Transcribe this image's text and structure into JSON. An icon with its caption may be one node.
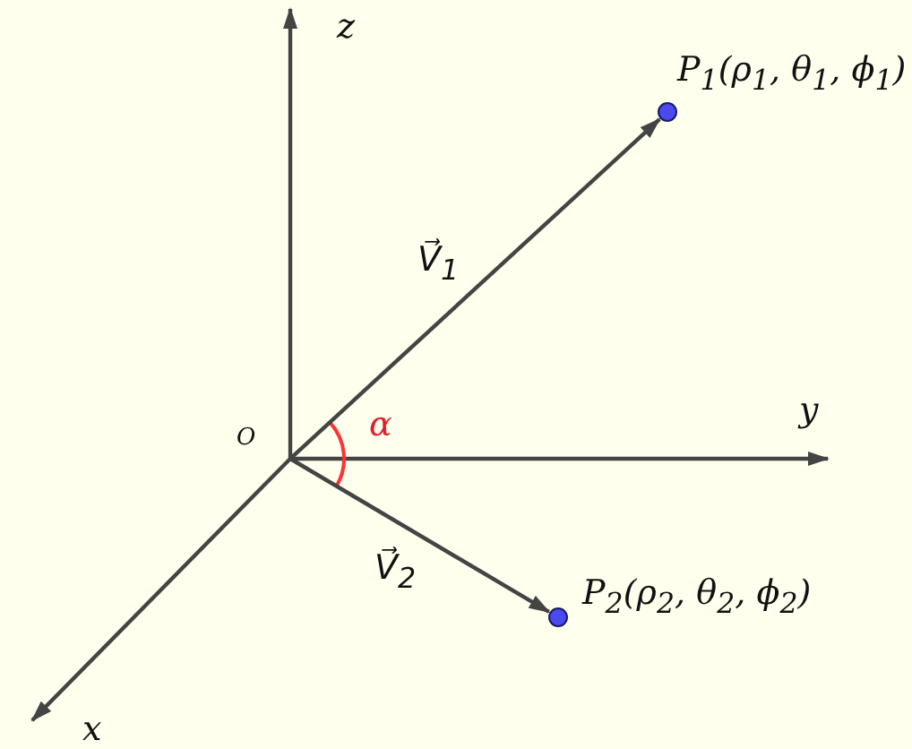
{
  "diagram": {
    "nodes": [
      {
        "text": [
          "O"
        ]
      },
      {
        "text": [],
        "shape": "circle",
        "beside": [
          "P$_{1}$(ρ$_{1}$, θ$_{1}$, ϕ$_{1}$)"
        ]
      },
      {
        "text": [],
        "shape": "circle",
        "beside": [
          "P$_{2}$(ρ$_{2}$, θ$_{2}$, ϕ$_{2}$)"
        ]
      }
    ],
    "edges": [
      {
        "from": 0,
        "to": 1,
        "arrow": "to",
        "label": "V⃗$_{1}$"
      },
      {
        "from": 0,
        "to": 2,
        "arrow": "to",
        "label": "V⃗$_{2}$"
      }
    ],
    "labels": [
      "z",
      "y",
      "x",
      "α"
    ]
  }
}
